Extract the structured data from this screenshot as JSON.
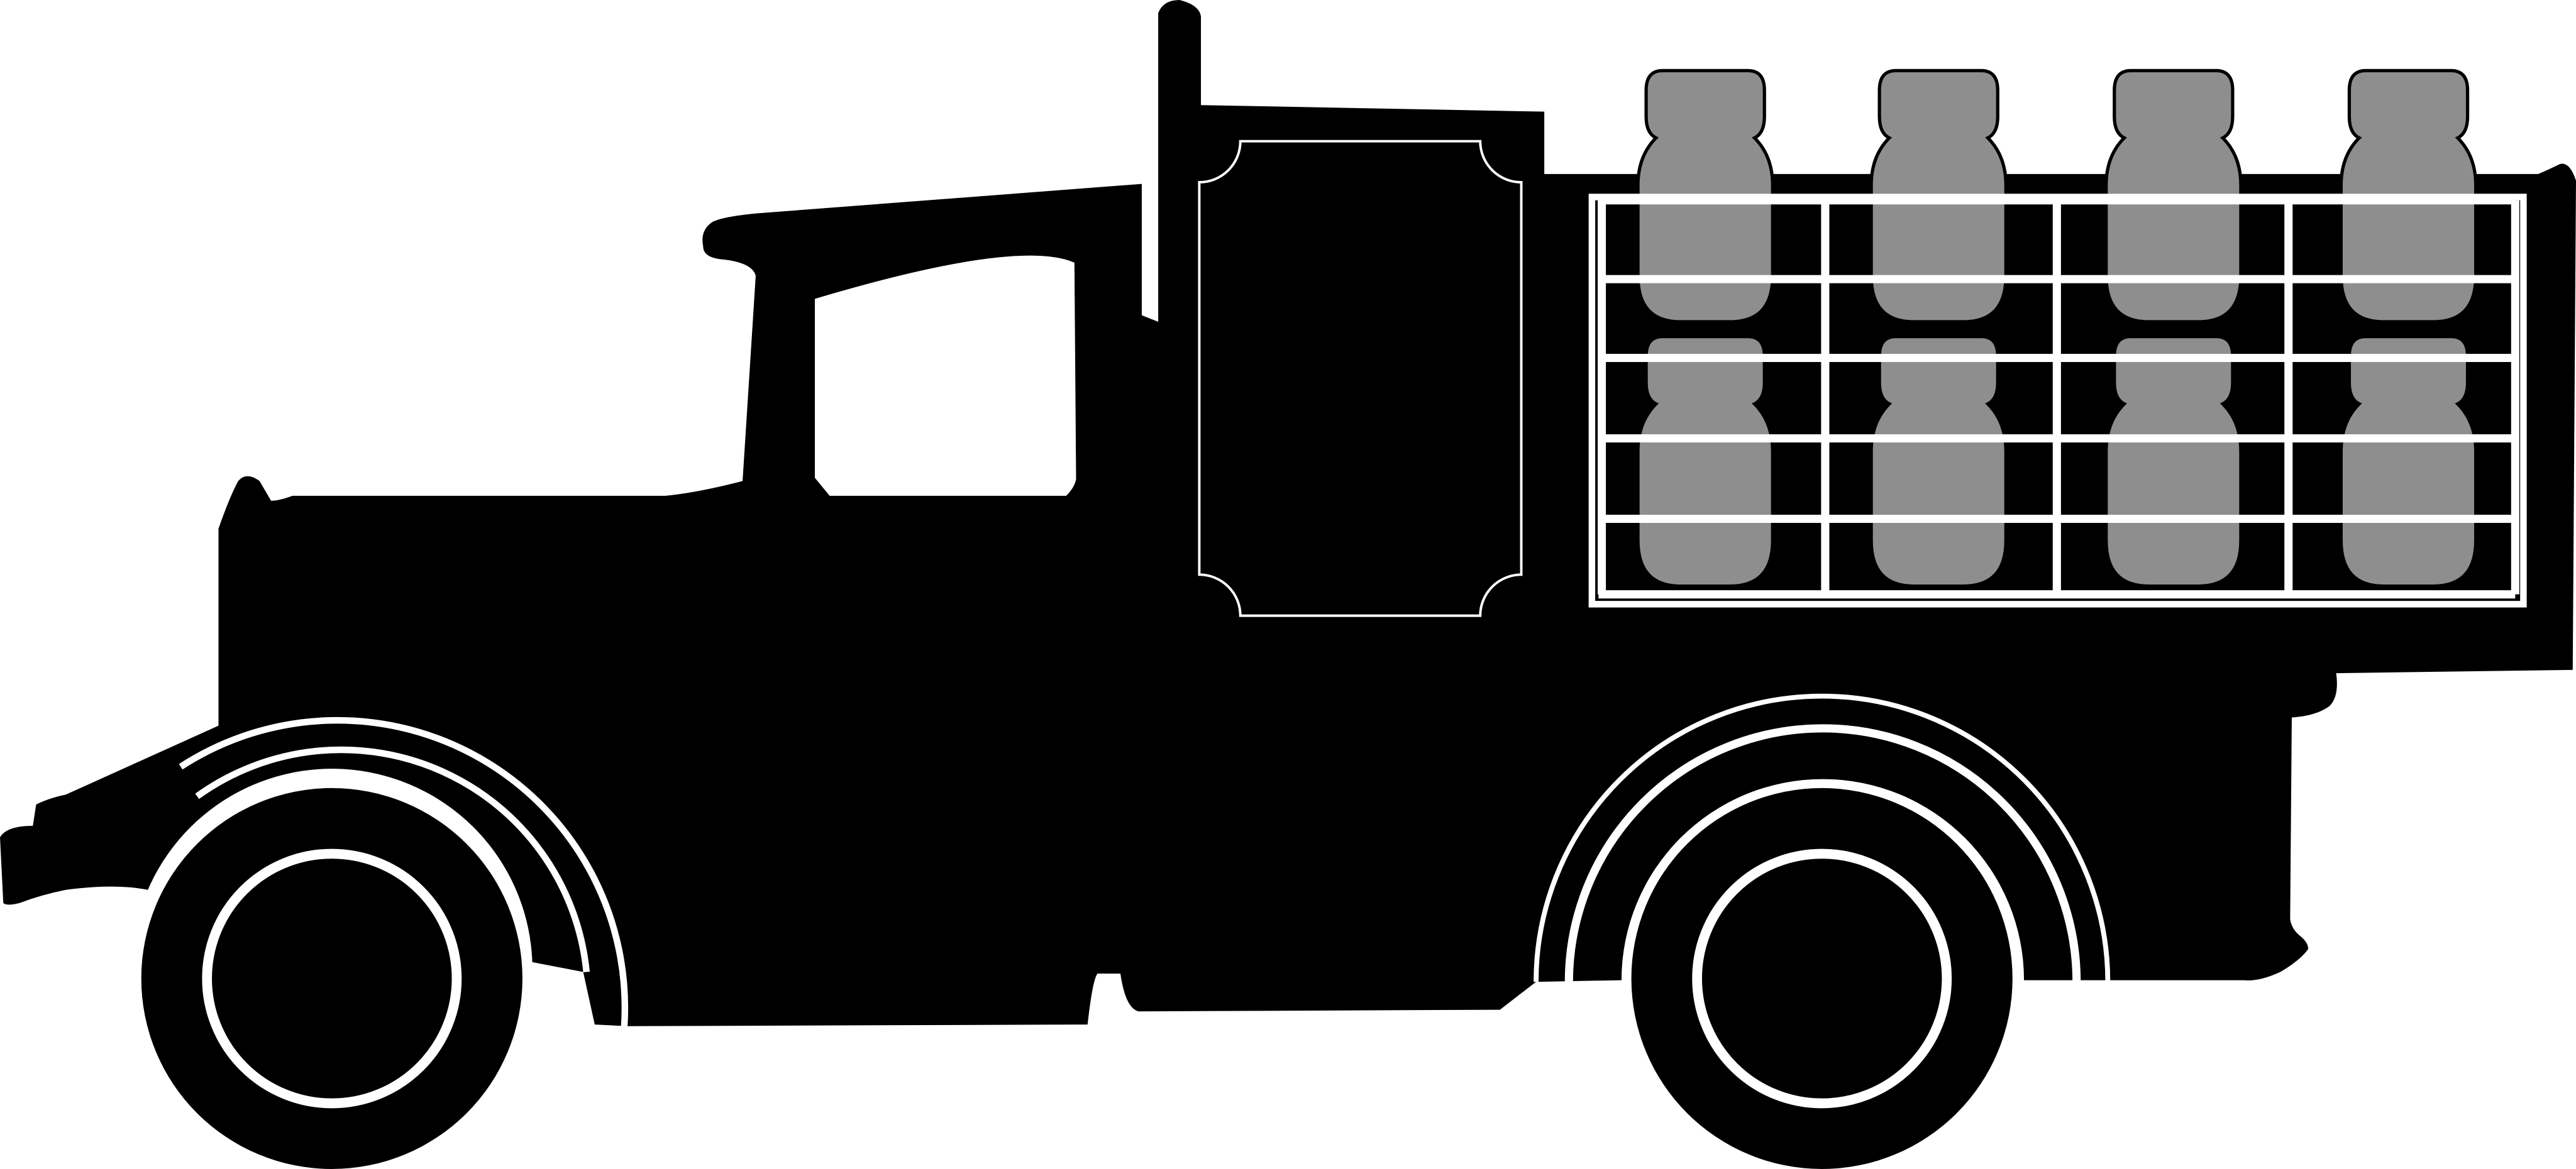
{
  "image": {
    "subject": "truck-silhouette",
    "bottle_columns": 4,
    "bottle_rows": 2
  },
  "colors": {
    "body": "#000000",
    "bottle": "#8e8e8e",
    "outline": "#ffffff",
    "background": "#ffffff"
  }
}
